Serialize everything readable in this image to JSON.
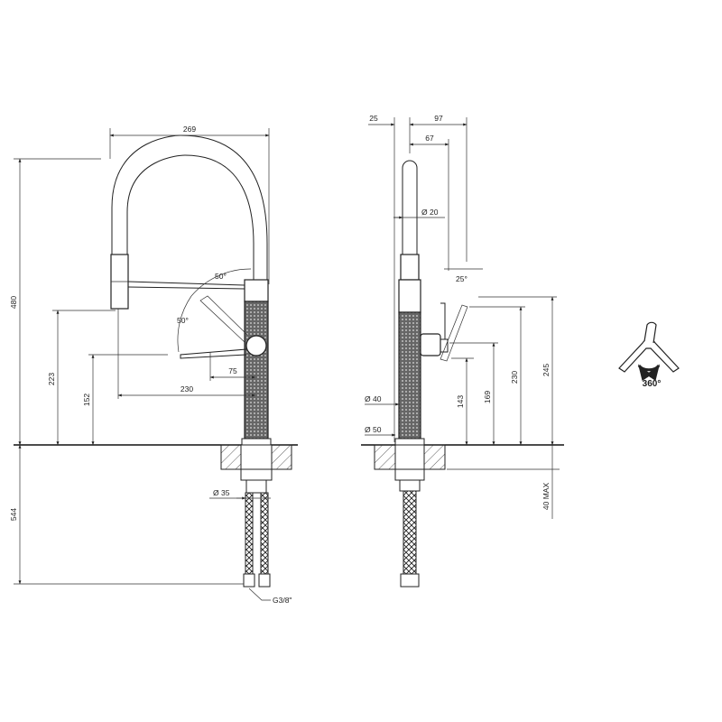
{
  "front_view": {
    "dim_width": "269",
    "dim_height_total": "480",
    "dim_spout_height": "223",
    "dim_handle_height": "152",
    "dim_spray_reach": "230",
    "dim_handle_reach": "75",
    "angle_top": "50°",
    "angle_bottom": "50°",
    "dim_below_deck": "544",
    "dim_shank": "Ø 35",
    "dim_connection": "G3/8\""
  },
  "side_view": {
    "dim_offset": "25",
    "dim_depth": "97",
    "dim_spout_depth": "67",
    "dim_spout_dia": "Ø 20",
    "angle_lever": "25°",
    "dim_body_dia": "Ø 40",
    "dim_base_dia": "Ø 50",
    "dim_h143": "143",
    "dim_h169": "169",
    "dim_h230": "230",
    "dim_h245": "245",
    "dim_deck_max": "40 MAX"
  },
  "rotation_icon": {
    "label": "360°",
    "icon": "rotation-360-icon"
  }
}
